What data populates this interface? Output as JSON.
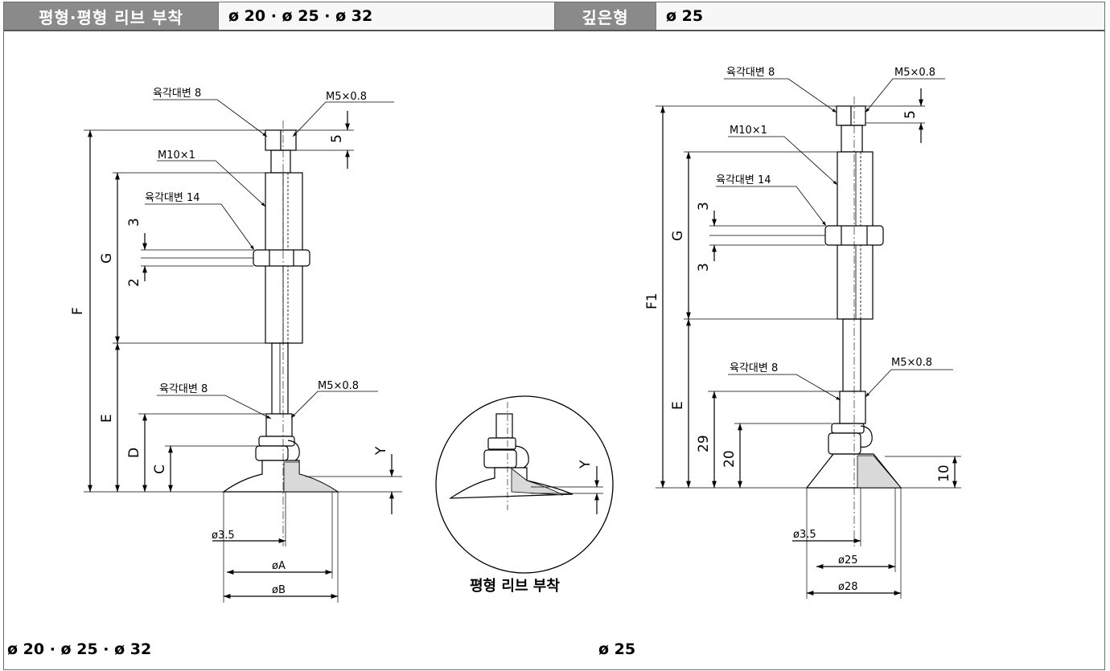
{
  "header": {
    "left_title": "평형·평형 리브 부착",
    "left_sizes": "ø 20 · ø 25 · ø 32",
    "right_title": "깊은형",
    "right_sizes": "ø 25"
  },
  "left_drawing": {
    "hex_top": "육각대변 8",
    "thread_top": "M5×0.8",
    "thread_body": "M10×1",
    "hex_mid": "육각대변 14",
    "hex_bottom": "육각대변 8",
    "thread_bottom": "M5×0.8",
    "dim_F": "F",
    "dim_G": "G",
    "dim_E": "E",
    "dim_D": "D",
    "dim_C": "C",
    "dim_Y": "Y",
    "dim_5": "5",
    "dim_3": "3",
    "dim_2": "2",
    "dia_35": "ø3.5",
    "dia_A": "øA",
    "dia_B": "øB"
  },
  "detail": {
    "dim_Y": "Y",
    "caption": "평형 리브 부착"
  },
  "right_drawing": {
    "hex_top": "육각대변 8",
    "thread_top": "M5×0.8",
    "thread_body": "M10×1",
    "hex_mid": "육각대변 14",
    "hex_bottom": "육각대변 8",
    "thread_bottom": "M5×0.8",
    "dim_F1": "F1",
    "dim_G": "G",
    "dim_E": "E",
    "dim_29": "29",
    "dim_20": "20",
    "dim_10": "10",
    "dim_5": "5",
    "dim_3a": "3",
    "dim_3b": "3",
    "dia_35": "ø3.5",
    "dia_25": "ø25",
    "dia_28": "ø28"
  },
  "footer": {
    "left_sizes": "ø 20 · ø 25 · ø 32",
    "right_sizes": "ø 25"
  }
}
